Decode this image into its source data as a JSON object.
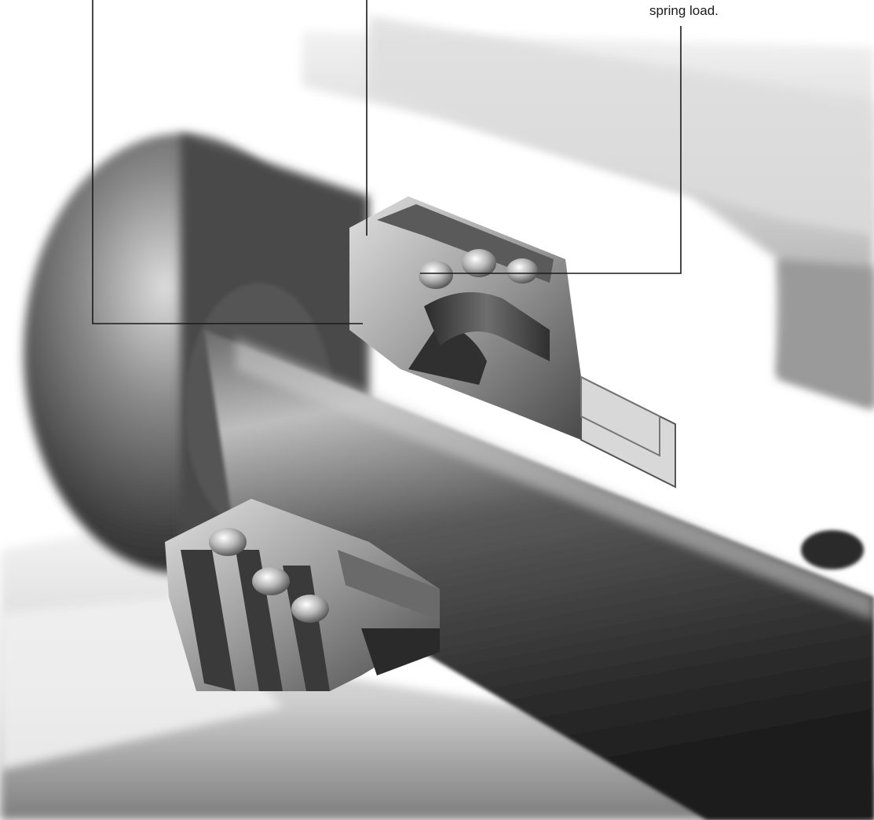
{
  "diagram": {
    "subject": "cutaway-spring-energized-seal",
    "callouts": [
      {
        "id": "callout-1",
        "text": ""
      },
      {
        "id": "callout-2",
        "text": ""
      },
      {
        "id": "callout-3",
        "text": "spring load."
      }
    ],
    "colors": {
      "background": "#ffffff",
      "leader_line": "#1a1a1a",
      "metal_dark": "#3a3a3a",
      "metal_mid": "#8a8a8a",
      "metal_light": "#e6e6e6"
    },
    "icons": [
      "shaft",
      "housing",
      "seal-ring",
      "coil-spring"
    ]
  }
}
